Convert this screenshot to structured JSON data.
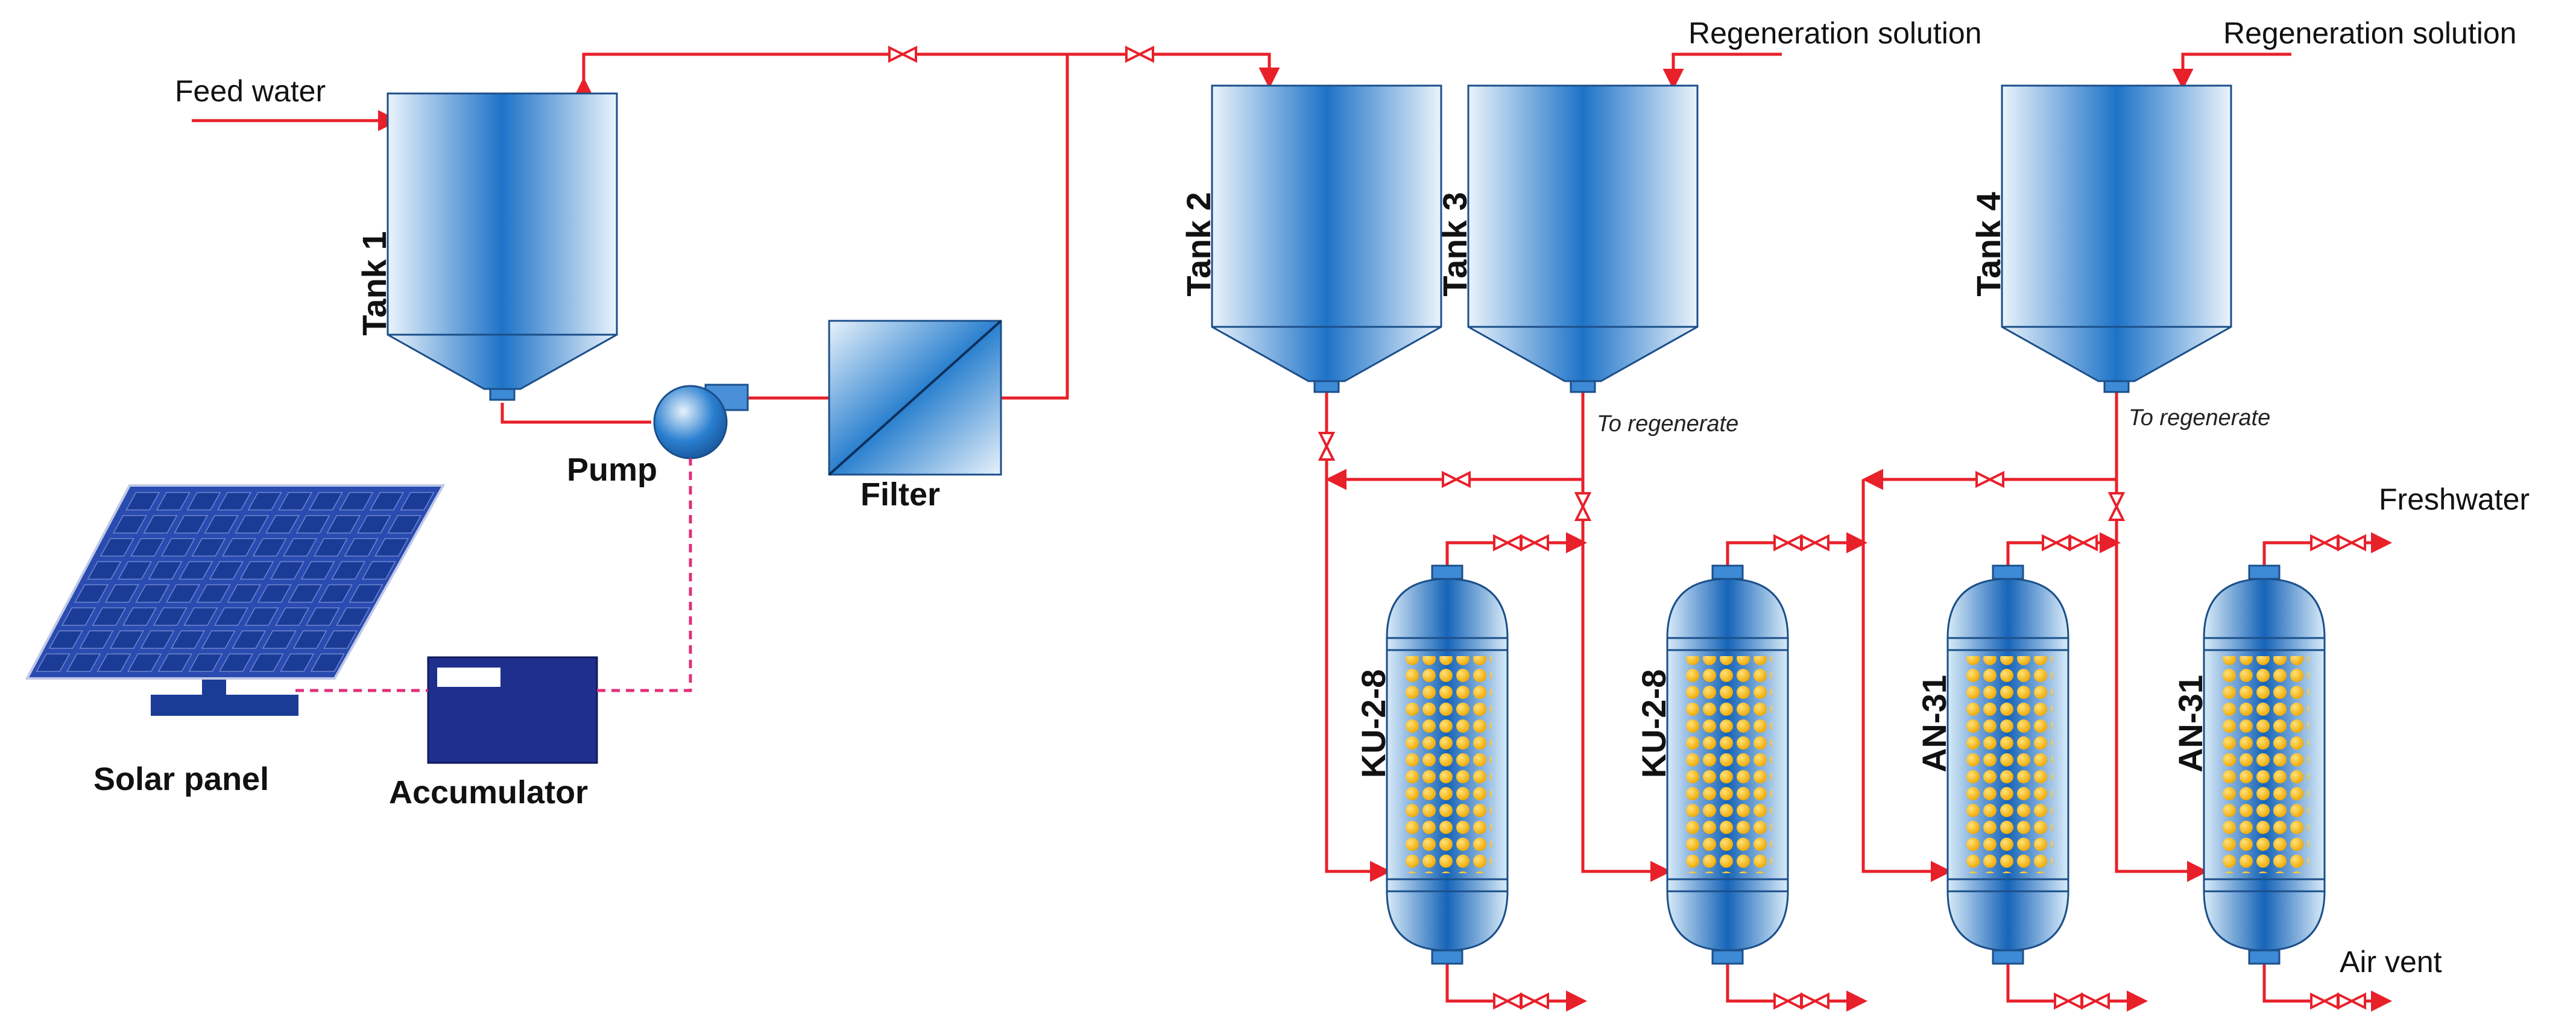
{
  "labels": {
    "feed_water": "Feed water",
    "tank1": "Tank 1",
    "tank2": "Tank 2",
    "tank3": "Tank 3",
    "tank4": "Tank 4",
    "pump": "Pump",
    "filter": "Filter",
    "solar_panel": "Solar panel",
    "accumulator": "Accumulator",
    "regeneration_solution_1": "Regeneration solution",
    "regeneration_solution_2": "Regeneration solution",
    "to_regenerate_1": "To regenerate",
    "to_regenerate_2": "To regenerate",
    "freshwater": "Freshwater",
    "air_vent": "Air vent",
    "column1": "KU-2-8",
    "column2": "KU-2-8",
    "column3": "AN-31",
    "column4": "AN-31"
  },
  "colors": {
    "pipe": "#e8202a",
    "signal": "#e0307a",
    "vessel_blue": "#1e73c8",
    "resin": "#f5b800",
    "accumulator": "#1f2f8e",
    "solar_cell": "#1b3c96"
  }
}
